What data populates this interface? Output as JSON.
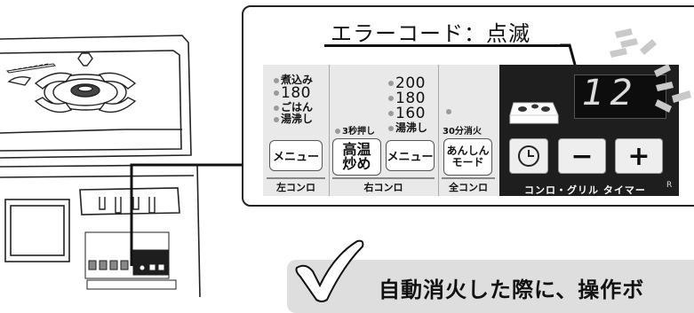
{
  "callout": {
    "title": "エラーコード：点滅"
  },
  "panel": {
    "left_options": [
      "煮込み",
      "180",
      "ごはん",
      "湯沸し"
    ],
    "right_options": [
      "200",
      "180",
      "160",
      "湯沸し"
    ],
    "hold_label": "3秒押し",
    "timer_off_label": "30分消火",
    "menu_label": "メニュー",
    "high_heat_line1": "高温",
    "high_heat_line2": "炒め",
    "safe_line1": "あんしん",
    "safe_line2": "モード",
    "zone_left": "左コンロ",
    "zone_right": "右コンロ",
    "zone_all": "全コンロ",
    "display_digits": "12",
    "minus": "−",
    "plus": "+",
    "grill_timer_label": "コンロ・グリル タイマー",
    "r_mark": "R"
  },
  "notice": {
    "text": "自動消火した際に、操作ボ"
  },
  "colors": {
    "panel_bg": "#e9e9e9",
    "dark_panel_bg": "#1e1e1e",
    "notice_bg": "#dedede",
    "blink_marks": "#c9c9c9"
  }
}
